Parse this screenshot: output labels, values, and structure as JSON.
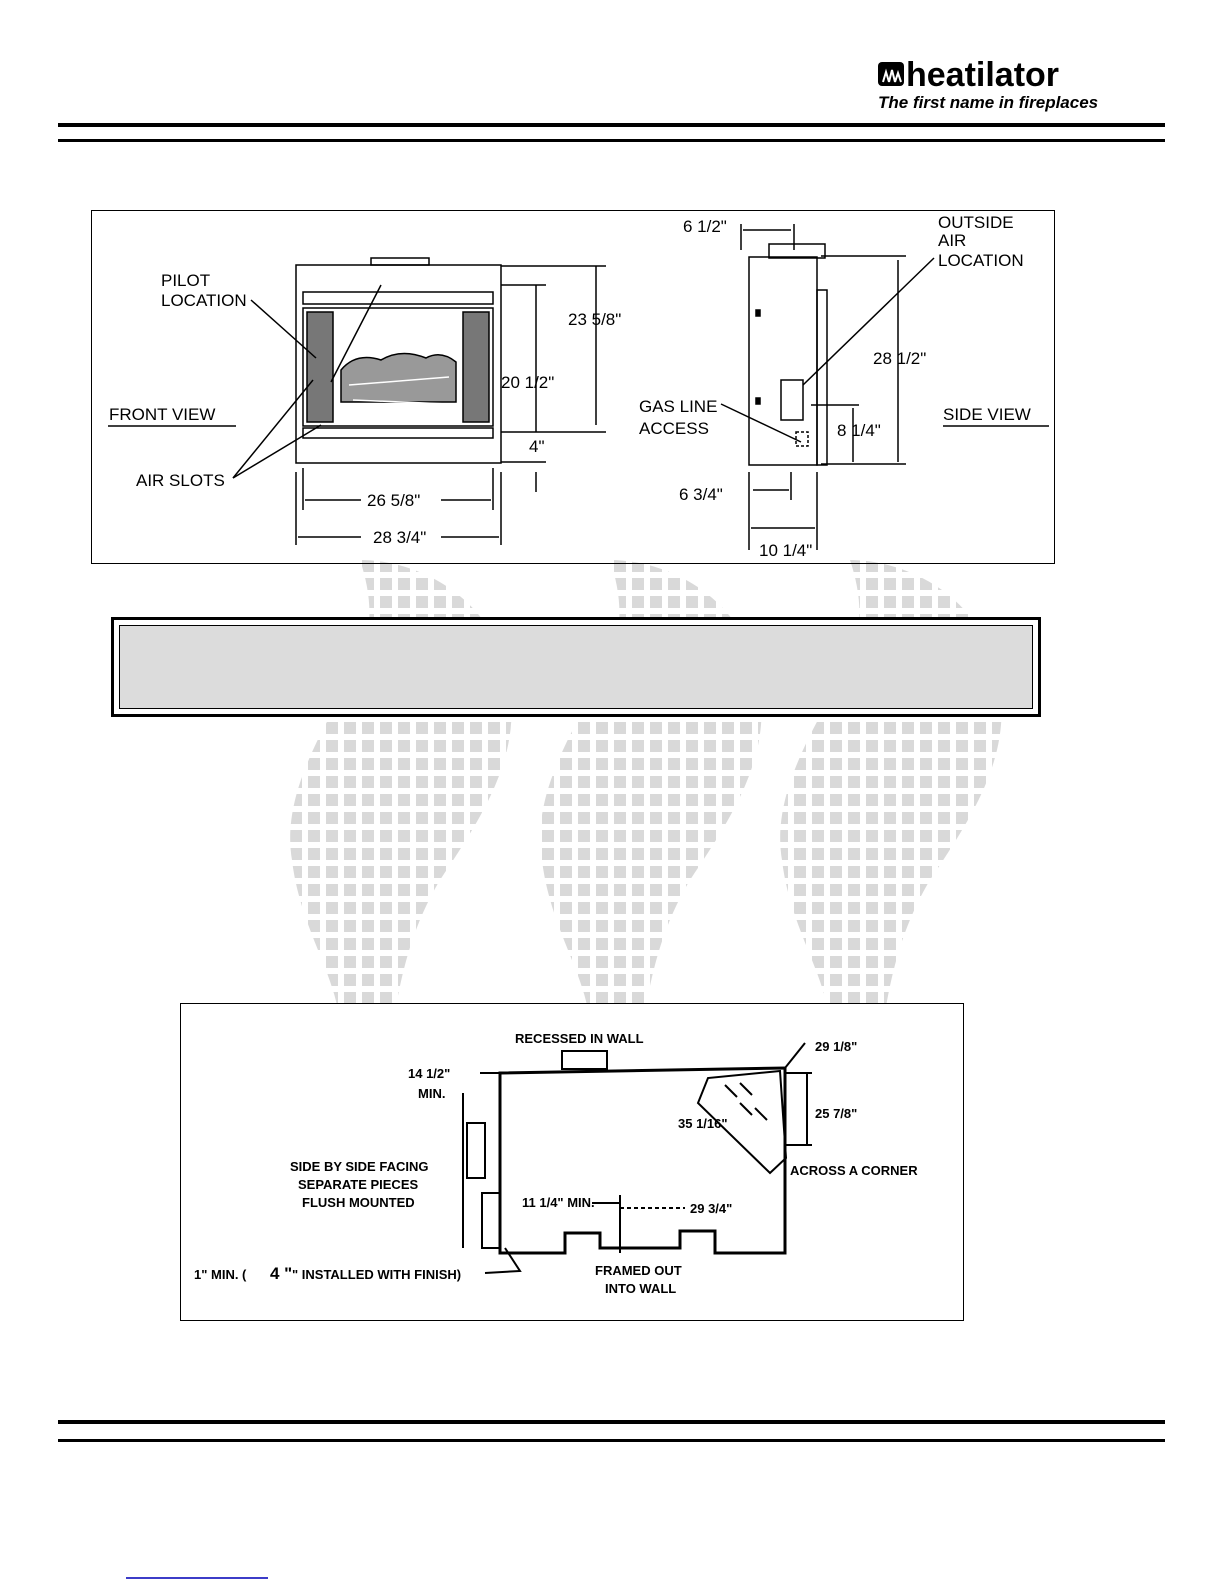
{
  "brand": {
    "name": "heatilator",
    "tagline": "The first name in fireplaces"
  },
  "front_view": {
    "title": "FRONT VIEW",
    "pilot_label_1": "PILOT",
    "pilot_label_2": "LOCATION",
    "air_slots_label": "AIR SLOTS",
    "dim_height_overall": "23 5/8\"",
    "dim_height_opening": "20 1/2\"",
    "dim_base": "4\"",
    "dim_width_opening": "26 5/8\"",
    "dim_width_overall": "28 3/4\""
  },
  "side_view": {
    "title": "SIDE VIEW",
    "outside_air_1": "OUTSIDE",
    "outside_air_2": "AIR",
    "outside_air_3": "LOCATION",
    "gas_line_1": "GAS LINE",
    "gas_line_2": "ACCESS",
    "dim_top_offset": "6 1/2\"",
    "dim_height": "28 1/2\"",
    "dim_air_height": "8 1/4\"",
    "dim_gas_offset": "6 3/4\"",
    "dim_depth": "10 1/4\""
  },
  "installation_diagram": {
    "recessed_label": "RECESSED IN WALL",
    "dim_top_right": "29 1/8\"",
    "dim_min_left_1": "14 1/2\"",
    "dim_min_left_2": "MIN.",
    "dim_corner_diag": "35 1/16\"",
    "dim_corner_side": "25 7/8\"",
    "across_corner_label": "ACROSS A CORNER",
    "facing_label_1": "SIDE BY SIDE FACING",
    "facing_label_2": "SEPARATE PIECES",
    "facing_label_3": "FLUSH MOUNTED",
    "dim_min_bottom": "11 1/4\" MIN.",
    "dim_bottom_width": "29 3/4\"",
    "dim_clearance_1": "1\" MIN. (",
    "dim_clearance_2": "4 \"",
    "dim_clearance_3": "\" INSTALLED WITH FINISH)",
    "framed_label_1": "FRAMED OUT",
    "framed_label_2": "INTO WALL"
  }
}
